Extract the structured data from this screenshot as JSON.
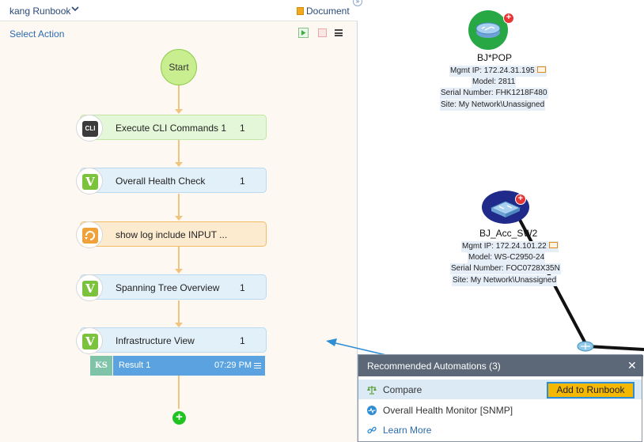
{
  "panel": {
    "title": "kang Runbook",
    "document_link": "Document",
    "select_action": "Select Action"
  },
  "flow": {
    "start_label": "Start",
    "steps": [
      {
        "label": "Execute CLI Commands 1",
        "count": "1",
        "icon": "cli-icon",
        "icon_text": "CLI",
        "style": "green"
      },
      {
        "label": "Overall Health Check",
        "count": "1",
        "icon": "verify-icon",
        "icon_text": "V",
        "style": "blue"
      },
      {
        "label": "show log include INPUT ...",
        "count": "",
        "icon": "log-icon",
        "icon_text": "",
        "style": "orange"
      },
      {
        "label": "Spanning Tree Overview",
        "count": "1",
        "icon": "verify-icon",
        "icon_text": "V",
        "style": "blue"
      },
      {
        "label": "Infrastructure View",
        "count": "1",
        "icon": "verify-icon",
        "icon_text": "V",
        "style": "blue"
      }
    ],
    "result": {
      "badge": "KS",
      "label": "Result 1",
      "time": "07:29 PM"
    },
    "add_icon": "plus-circle-icon"
  },
  "map": {
    "devices": [
      {
        "name": "BJ*POP",
        "mgmt_ip": "Mgmt IP: 172.24.31.195",
        "model": "Model: 2811",
        "serial": "Serial Number: FHK1218F480",
        "site": "Site: My Network\\Unassigned"
      },
      {
        "name": "BJ_Acc_SW2",
        "mgmt_ip": "Mgmt IP: 172.24.101.22",
        "model": "Model: WS-C2950-24",
        "serial": "Serial Number: FOC0728X35N",
        "site": "Site: My Network\\Unassigned"
      }
    ]
  },
  "popup": {
    "title": "Recommended Automations (3)",
    "items": [
      {
        "label": "Compare",
        "icon": "scale-icon"
      },
      {
        "label": "Overall Health Monitor [SNMP]",
        "icon": "monitor-icon"
      },
      {
        "label": "Learn More",
        "icon": "link-icon"
      }
    ],
    "add_button": "Add to Runbook"
  },
  "colors": {
    "accent": "#2f8dd4",
    "button": "#f5b800",
    "router": "#28a745",
    "switch": "#1f2a8a"
  }
}
